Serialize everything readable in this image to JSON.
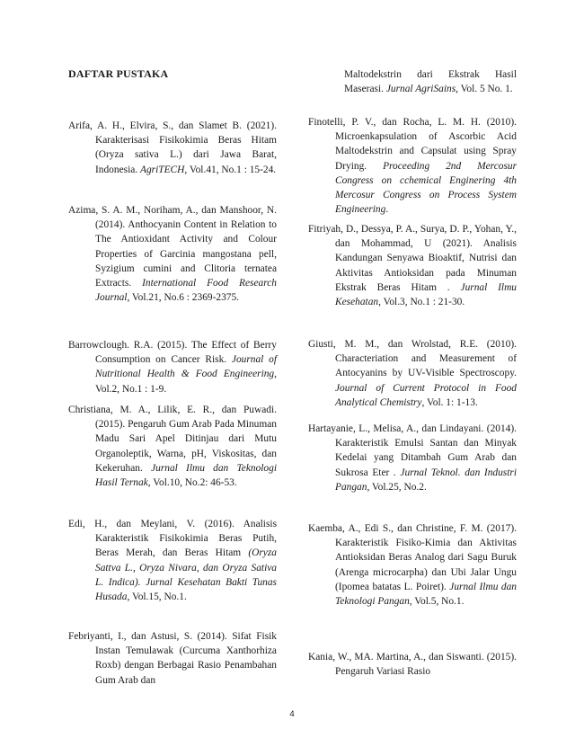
{
  "heading": "DAFTAR PUSTAKA",
  "page_number": "4",
  "left_refs": [
    {
      "authors": "Arifa, A. H., Elvira, S., dan Slamet B. (2021). Karakterisasi Fisikokimia Beras Hitam (Oryza sativa L.) dari Jawa Barat, Indonesia. ",
      "journal": "AgriTECH",
      "rest": ", Vol.41, No.1 : 15-24."
    },
    {
      "authors": "Azima, S. A. M., Noriham, A., dan Manshoor, N. (2014). Anthocyanin Content in Relation to The Antioxidant Activity and Colour Properties of Garcinia mangostana pell, Syzigium cumini and Clitoria ternatea Extracts. ",
      "journal": "International Food Research Journal",
      "rest": ", Vol.21, No.6 : 2369-2375."
    },
    {
      "authors": "Barrowclough. R.A. (2015). The Effect of Berry Consumption on Cancer Risk. ",
      "journal": "Journal of Nutritional Health & Food Engineering",
      "rest": ", Vol.2, No.1 : 1-9."
    },
    {
      "authors": "Christiana, M. A., Lilik, E. R., dan Puwadi. (2015). Pengaruh Gum Arab Pada Minuman Madu Sari Apel Ditinjau dari Mutu Organoleptik, Warna, pH, Viskositas, dan Kekeruhan. ",
      "journal": "Jurnal Ilmu dan Teknologi Hasil Ternak",
      "rest": ", Vol.10, No.2: 46-53."
    },
    {
      "authors": "Edi, H., dan Meylani, V. (2016). Analisis Karakteristik Fisikokimia Beras Putih, Beras Merah, dan Beras Hitam ",
      "journal": "(Oryza Sattva L., Oryza Nivara, dan Oryza Sativa L. Indica). Jurnal Kesehatan Bakti Tunas Husada",
      "rest": ", Vol.15, No.1."
    },
    {
      "authors": "Febriyanti, I., dan Astusi, S. (2014). Sifat Fisik Instan Temulawak (Curcuma Xanthorhiza Roxb) dengan Berbagai Rasio Penambahan Gum Arab dan",
      "journal": "",
      "rest": ""
    }
  ],
  "right_refs": [
    {
      "authors": "Maltodekstrin dari Ekstrak Hasil Maserasi. ",
      "journal": "Jurnal AgriSains",
      "rest": ", Vol. 5 No. 1."
    },
    {
      "authors": "Finotelli, P. V., dan Rocha, L. M. H. (2010). Microenkapsulation of Ascorbic Acid Maltodekstrin and Capsulat using Spray Drying. ",
      "journal": "Proceeding 2nd Mercosur Congress on cchemical Enginering 4th Mercosur Congress on Process System Engineering",
      "rest": "."
    },
    {
      "authors": "Fitriyah, D., Dessya, P. A., Surya, D. P., Yohan, Y., dan Mohammad, U (2021). Analisis Kandungan Senyawa Bioaktif, Nutrisi dan Aktivitas Antioksidan pada Minuman Ekstrak Beras Hitam . ",
      "journal": "Jurnal Ilmu Kesehatan",
      "rest": ", Vol.3, No.1 : 21-30."
    },
    {
      "authors": "Giusti, M. M., dan Wrolstad, R.E. (2010). Characteriation and Measurement of Antocyanins by UV-Visible Spectroscopy. ",
      "journal": "Journal of Current Protocol in Food Analytical Chemistry",
      "rest": ", Vol. 1: 1-13."
    },
    {
      "authors": "Hartayanie, L., Melisa, A., dan Lindayani. (2014). Karakteristik Emulsi Santan dan Minyak Kedelai yang Ditambah Gum Arab dan Sukrosa Eter . ",
      "journal": "Jurnal Teknol. dan Industri Pangan",
      "rest": ", Vol.25, No.2."
    },
    {
      "authors": "Kaemba, A., Edi S., dan Christine, F. M. (2017). Karakteristik Fisiko-Kimia dan Aktivitas Antioksidan Beras Analog dari Sagu Buruk (Arenga microcarpha) dan Ubi Jalar Ungu (Ipomea batatas L. Poiret). ",
      "journal": "Jurnal Ilmu dan Teknologi Pangan",
      "rest": ", Vol.5, No.1."
    },
    {
      "authors": "Kania, W., MA. Martina, A., dan Siswanti. (2015). Pengaruh Variasi Rasio",
      "journal": "",
      "rest": ""
    }
  ]
}
